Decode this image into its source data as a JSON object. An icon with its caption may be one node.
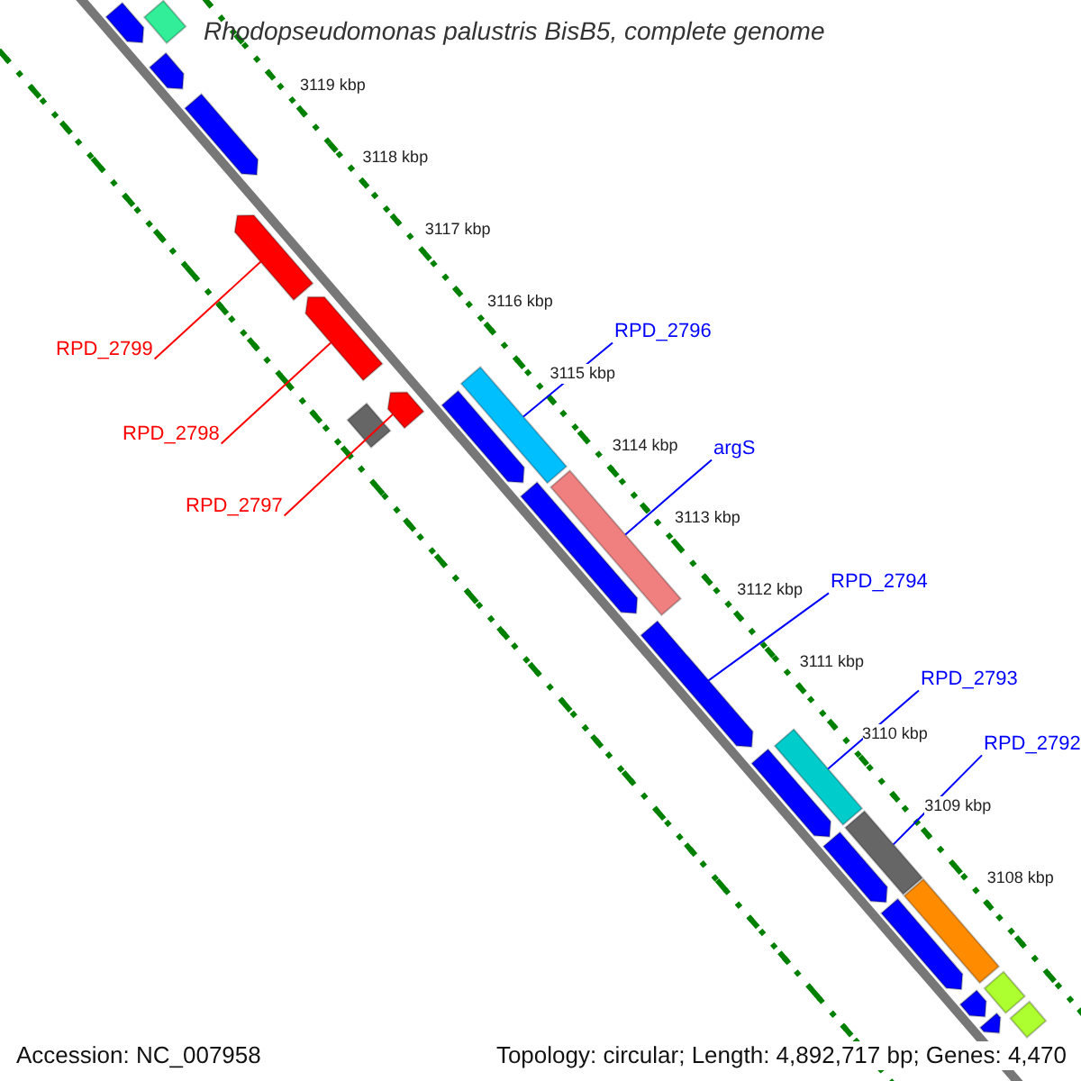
{
  "diagram": {
    "title": "Rhodopseudomonas palustris BisB5, complete genome",
    "nodes": [
      {
        "text": [
          "RPD_2796"
        ]
      },
      {
        "text": [
          "RPD_2799"
        ]
      },
      {
        "text": [
          "RPD_2798"
        ]
      },
      {
        "text": [
          "argS"
        ]
      },
      {
        "text": [
          "RPD_2797"
        ]
      },
      {
        "text": [
          "RPD_2794"
        ]
      },
      {
        "text": [
          "RPD_2793"
        ]
      },
      {
        "text": [
          "RPD_2792"
        ]
      },
      {
        "text": [],
        "shape": "bar"
      },
      {
        "text": [],
        "shape": "arrow"
      },
      {
        "text": [],
        "shape": "arrow"
      },
      {
        "text": [],
        "shape": "arrow"
      },
      {
        "text": [],
        "shape": "arrow"
      },
      {
        "text": [],
        "shape": "arrow"
      },
      {
        "text": [],
        "shape": "arrow"
      },
      {
        "text": [],
        "shape": "bar"
      },
      {
        "text": [],
        "shape": "bar"
      },
      {
        "text": [],
        "shape": "arrow"
      },
      {
        "text": [],
        "shape": "bar"
      },
      {
        "text": [],
        "shape": "arrow"
      },
      {
        "text": [],
        "shape": "arrow"
      },
      {
        "text": [],
        "shape": "arrow"
      },
      {
        "text": [],
        "shape": "bar"
      },
      {
        "text": [],
        "shape": "bar"
      },
      {
        "text": [],
        "shape": "arrow"
      },
      {
        "text": [],
        "shape": "bar"
      },
      {
        "text": [],
        "shape": "arrow"
      },
      {
        "text": [],
        "shape": "bar"
      },
      {
        "text": [],
        "shape": "arrow"
      },
      {
        "text": [],
        "shape": "bar"
      },
      {
        "text": [],
        "shape": "arrow"
      }
    ],
    "edges": [
      {
        "from": 0,
        "to": 16,
        "arrow": "none"
      },
      {
        "from": 1,
        "to": 12,
        "arrow": "none",
        "color": "#ff0000"
      },
      {
        "from": 2,
        "to": 13,
        "arrow": "none",
        "color": "#ff0000"
      },
      {
        "from": 3,
        "to": 18,
        "arrow": "none"
      },
      {
        "from": 4,
        "to": 14,
        "arrow": "none",
        "color": "#ff0000"
      },
      {
        "from": 5,
        "to": 20,
        "arrow": "none"
      },
      {
        "from": 6,
        "to": 22,
        "arrow": "none"
      },
      {
        "from": 7,
        "to": 23,
        "arrow": "none"
      }
    ],
    "labels": [
      "3119 kbp",
      "3118 kbp",
      "3117 kbp",
      "3116 kbp",
      "3115 kbp",
      "3114 kbp",
      "3113 kbp",
      "3112 kbp",
      "3111 kbp",
      "3110 kbp",
      "3109 kbp",
      "3108 kbp",
      "Accession: NC_007958",
      "Topology: circular; Length: 4,892,717 bp; Genes: 4,470"
    ]
  }
}
